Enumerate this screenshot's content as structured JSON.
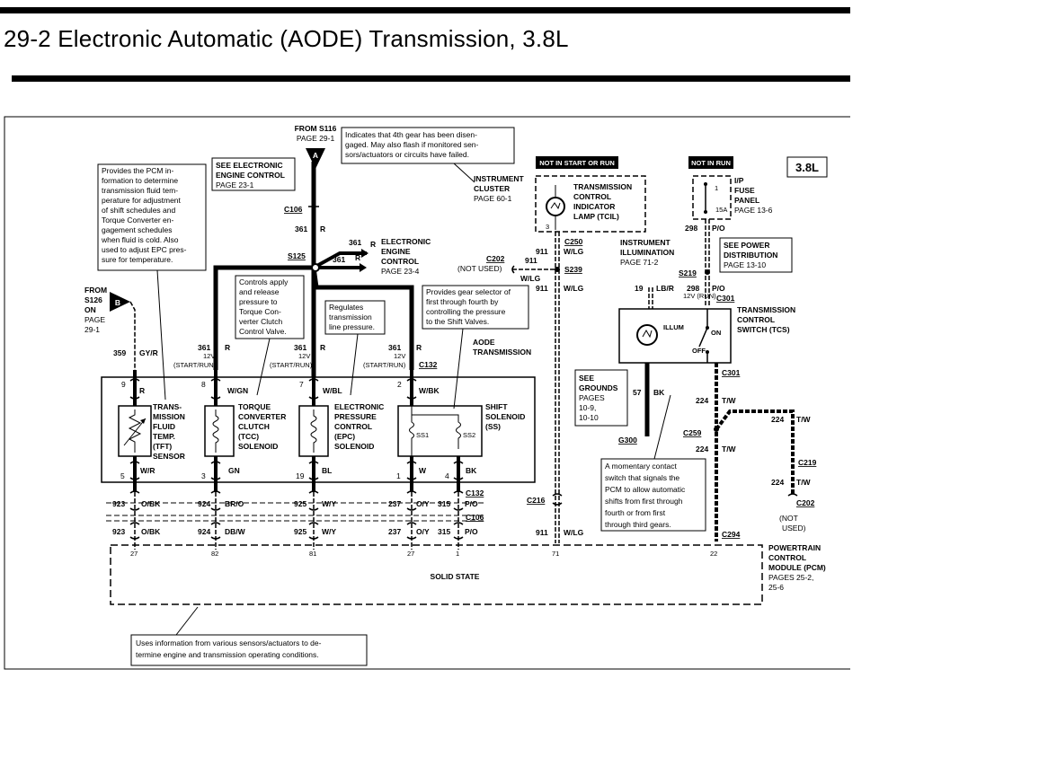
{
  "page": {
    "title": "29-2 Electronic Automatic (AODE) Transmission, 3.8L"
  },
  "badge": "3.8L",
  "from_s116": {
    "label": "FROM S116",
    "page": "PAGE 29-1",
    "letter": "A"
  },
  "from_s126": {
    "line1": "FROM",
    "line2": "S126",
    "line3": "ON",
    "line4": "PAGE",
    "line5": "29-1",
    "letter": "B"
  },
  "notes": {
    "tft": [
      "Provides the PCM in-",
      "formation to determine",
      "transmission fluid tem-",
      "perature for adjustment",
      "of shift schedules and",
      "Torque Converter en-",
      "gagement schedules",
      "when fluid is cold. Also",
      "used to adjust EPC pres-",
      "sure for temperature."
    ],
    "see_eec": [
      "SEE ELECTRONIC",
      "ENGINE CONTROL",
      "PAGE 23-1"
    ],
    "fourth_gear": [
      "Indicates that 4th gear has been disen-",
      "gaged. May also flash if monitored sen-",
      "sors/actuators or circuits have failed."
    ],
    "instrument_cluster": [
      "INSTRUMENT",
      "CLUSTER",
      "PAGE 60-1"
    ],
    "tcc": [
      "Controls apply",
      "and release",
      "pressure to",
      "Torque Con-",
      "verter Clutch",
      "Control Valve."
    ],
    "epc": [
      "Regulates",
      "transmission",
      "line pressure."
    ],
    "shift": [
      "Provides gear selector of",
      "first through fourth by",
      "controlling the pressure",
      "to the Shift Valves."
    ],
    "tcs": [
      "A momentary contact",
      "switch that signals the",
      "PCM to allow automatic",
      "shifts from first through",
      "fourth or from first",
      "through third gears."
    ],
    "pcm": [
      "Uses information from various sensors/actuators to de-",
      "termine engine and transmission operating conditions."
    ],
    "see_power": [
      "SEE POWER",
      "DISTRIBUTION",
      "PAGE 13-10"
    ],
    "see_grounds": [
      "SEE",
      "GROUNDS",
      "PAGES",
      "10-9,",
      "10-10"
    ]
  },
  "eec": [
    "ELECTRONIC",
    "ENGINE",
    "CONTROL",
    "PAGE 23-4"
  ],
  "not_in_start_or_run": "NOT IN START OR RUN",
  "not_in_run": "NOT IN RUN",
  "tcil": [
    "TRANSMISSION",
    "CONTROL",
    "INDICATOR",
    "LAMP (TCIL)"
  ],
  "fuse_panel": [
    "I/P",
    "FUSE",
    "PANEL",
    "PAGE 13-6"
  ],
  "instr_illum": [
    "INSTRUMENT",
    "ILLUMINATION",
    "PAGE 71-2"
  ],
  "tcs_title": [
    "TRANSMISSION",
    "CONTROL",
    "SWITCH (TCS)"
  ],
  "aode": [
    "AODE",
    "TRANSMISSION"
  ],
  "components": {
    "tft": [
      "TRANS-",
      "MISSION",
      "FLUID",
      "TEMP.",
      "(TFT)",
      "SENSOR"
    ],
    "tcc": [
      "TORQUE",
      "CONVERTER",
      "CLUTCH",
      "(TCC)",
      "SOLENOID"
    ],
    "epc": [
      "ELECTRONIC",
      "PRESSURE",
      "CONTROL",
      "(EPC)",
      "SOLENOID"
    ],
    "ss": [
      "SHIFT",
      "SOLENOID",
      "(SS)"
    ],
    "ss1": "SS1",
    "ss2": "SS2"
  },
  "pcm_block": [
    "POWERTRAIN",
    "CONTROL",
    "MODULE (PCM)",
    "PAGES 25-2,",
    "25-6"
  ],
  "solid_state": "SOLID STATE",
  "not_used": "(NOT USED)",
  "not_used2": [
    "(NOT",
    "USED)"
  ],
  "illum": "ILLUM",
  "on": "ON",
  "off": "OFF",
  "startrun": "(START/RUN)",
  "v12": "12V",
  "r12v_run": "12V (RUN)",
  "connectors": {
    "c106": "C106",
    "s125": "S125",
    "c132": "C132",
    "c250": "C250",
    "s239": "S239",
    "c202": "C202",
    "s219": "S219",
    "c301": "C301",
    "g300": "G300",
    "c259": "C259",
    "c219": "C219",
    "c216": "C216",
    "c294": "C294",
    "c132b": "C132",
    "c106b": "C106",
    "c202b": "C202"
  },
  "wires": {
    "w361": "361",
    "R": "R",
    "w359": "359",
    "GYR": "GY/R",
    "w911": "911",
    "WLG": "W/LG",
    "w19": "19",
    "LBR": "LB/R",
    "w298": "298",
    "PO": "P/O",
    "w57": "57",
    "BK": "BK",
    "w224": "224",
    "TW": "T/W",
    "w923": "923",
    "OBK": "O/BK",
    "w924": "924",
    "BRO": "BR/O",
    "w925": "925",
    "WY": "W/Y",
    "w237": "237",
    "OY": "O/Y",
    "w315": "315",
    "DBW": "DB/W",
    "WR": "W/R",
    "GN": "GN",
    "BL": "BL",
    "W": "W",
    "WGN": "W/GN",
    "WBL": "W/BL",
    "WBK": "W/BK",
    "f15a": "15A"
  },
  "pins": {
    "p9": "9",
    "p8": "8",
    "p7": "7",
    "p2": "2",
    "p5": "5",
    "p3": "3",
    "p19": "19",
    "p1": "1",
    "p4": "4",
    "p27": "27",
    "p82": "82",
    "p81": "81",
    "p71": "71",
    "p22": "22",
    "p3b": "3",
    "p1b": "1"
  }
}
